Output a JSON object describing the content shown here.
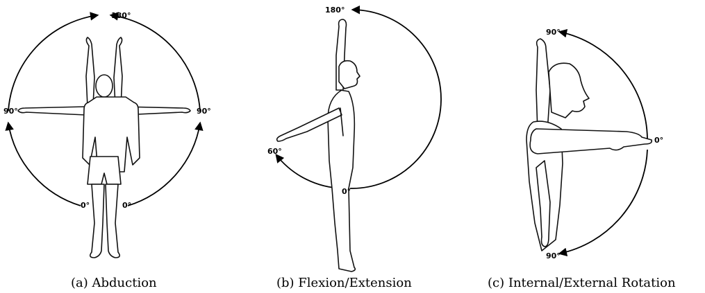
{
  "panels": [
    {
      "caption": "(a) Abduction",
      "labels": {
        "top": "180°",
        "left": "90°",
        "right": "90°",
        "bottom_left": "0°",
        "bottom_right": "0°"
      }
    },
    {
      "caption": "(b) Flexion/Extension",
      "labels": {
        "top": "180°",
        "back": "60°",
        "bottom": "0°"
      }
    },
    {
      "caption": "(c) Internal/External Rotation",
      "labels": {
        "top": "90°",
        "front": "0°",
        "bottom": "90°"
      }
    }
  ]
}
